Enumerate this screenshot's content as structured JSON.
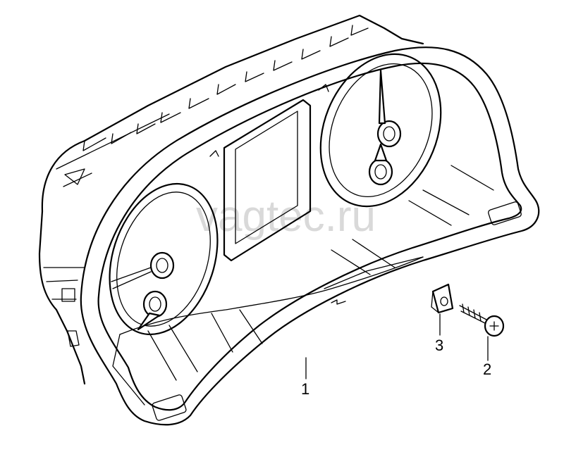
{
  "watermark": "vagtec.ru",
  "callouts": [
    {
      "id": "1",
      "label": "1"
    },
    {
      "id": "2",
      "label": "2"
    },
    {
      "id": "3",
      "label": "3"
    }
  ]
}
